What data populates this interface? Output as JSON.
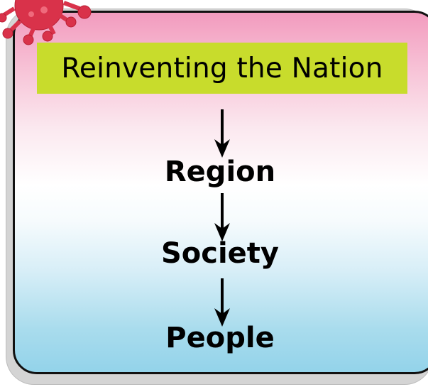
{
  "diagram": {
    "title": "Reinventing the Nation",
    "nodes": [
      "Region",
      "Society",
      "People"
    ],
    "edges": [
      {
        "from": "Reinventing the Nation",
        "to": "Region"
      },
      {
        "from": "Region",
        "to": "Society"
      },
      {
        "from": "Society",
        "to": "People"
      }
    ],
    "colors": {
      "title_box": "#c8dc2c",
      "gradient_top": "#f29bbe",
      "gradient_bottom": "#93d3ea",
      "decoration": "#d9324a"
    },
    "decoration_icon": "virus-icon"
  }
}
